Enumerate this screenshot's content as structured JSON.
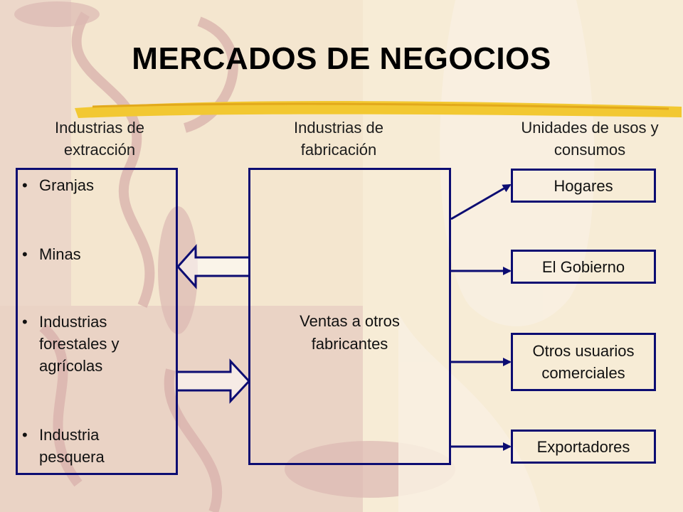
{
  "title": "MERCADOS DE NEGOCIOS",
  "columns": {
    "left_header": [
      "Industrias de",
      "extracción"
    ],
    "middle_header": [
      "Industrias de",
      "fabricación"
    ],
    "right_header": [
      "Unidades de usos y",
      "consumos"
    ]
  },
  "extraction_items": [
    {
      "bullet": "•",
      "lines": [
        "Granjas"
      ]
    },
    {
      "bullet": "•",
      "lines": [
        "Minas"
      ]
    },
    {
      "bullet": "•",
      "lines": [
        "Industrias",
        "forestales y",
        "agrícolas"
      ]
    },
    {
      "bullet": "•",
      "lines": [
        "Industria",
        "pesquera"
      ]
    }
  ],
  "manufacturing_text": [
    "Ventas a otros",
    "fabricantes"
  ],
  "consumers": [
    {
      "lines": [
        "Hogares"
      ]
    },
    {
      "lines": [
        "El Gobierno"
      ]
    },
    {
      "lines": [
        "Otros usuarios",
        "comerciales"
      ]
    },
    {
      "lines": [
        "Exportadores"
      ]
    }
  ],
  "colors": {
    "box_border": "#0c0c72",
    "bg_light": "#f6ead4",
    "bg_pink": "#e6cdbf",
    "accent_yellow": "#f2c832",
    "motif": "#c48c8c"
  }
}
